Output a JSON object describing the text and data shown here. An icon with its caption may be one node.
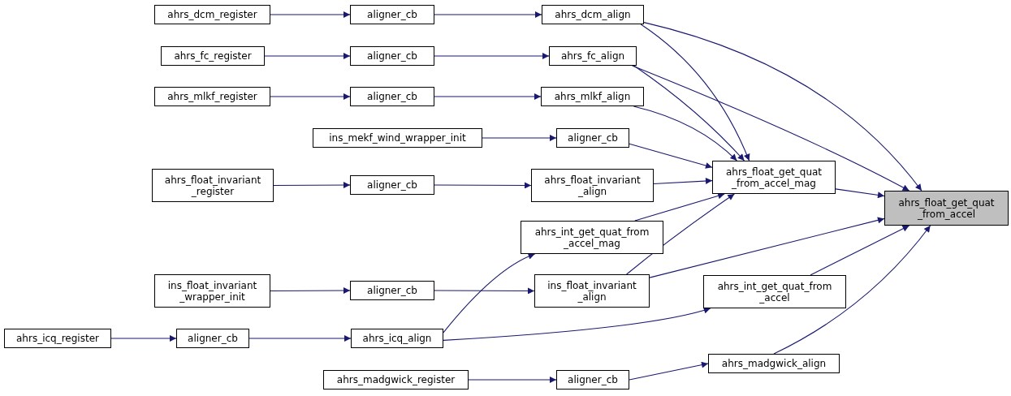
{
  "diagram": {
    "nodes": [
      {
        "text": [
          "ahrs_float_get_quat _from_accel"
        ]
      },
      {
        "text": [
          "ahrs_float_get_quat _from_accel_mag"
        ]
      },
      {
        "text": [
          "ahrs_dcm_align"
        ]
      },
      {
        "text": [
          "ahrs_fc_align"
        ]
      },
      {
        "text": [
          "ahrs_mlkf_align"
        ]
      },
      {
        "text": [
          "aligner_cb"
        ]
      },
      {
        "text": [
          "ahrs_float_invariant _align"
        ]
      },
      {
        "text": [
          "ahrs_int_get_quat_from _accel_mag"
        ]
      },
      {
        "text": [
          "ins_float_invariant _align"
        ]
      },
      {
        "text": [
          "ahrs_int_get_quat_from _accel"
        ]
      },
      {
        "text": [
          "ahrs_icq_align"
        ]
      },
      {
        "text": [
          "ahrs_madgwick_align"
        ]
      },
      {
        "text": [
          "aligner_cb"
        ]
      },
      {
        "text": [
          "aligner_cb"
        ]
      },
      {
        "text": [
          "aligner_cb"
        ]
      },
      {
        "text": [
          "aligner_cb"
        ]
      },
      {
        "text": [
          "aligner_cb"
        ]
      },
      {
        "text": [
          "aligner_cb"
        ]
      },
      {
        "text": [
          "aligner_cb"
        ]
      },
      {
        "text": [
          "ahrs_dcm_register"
        ]
      },
      {
        "text": [
          "ahrs_fc_register"
        ]
      },
      {
        "text": [
          "ahrs_mlkf_register"
        ]
      },
      {
        "text": [
          "ins_mekf_wind_wrapper_init"
        ]
      },
      {
        "text": [
          "ahrs_float_invariant _register"
        ]
      },
      {
        "text": [
          "ins_float_invariant _wrapper_init"
        ]
      },
      {
        "text": [
          "ahrs_icq_register"
        ]
      },
      {
        "text": [
          "ahrs_madgwick_register"
        ]
      }
    ],
    "edges": [
      {
        "from": 19,
        "to": 12,
        "arrow": "to"
      },
      {
        "from": 12,
        "to": 2,
        "arrow": "to"
      },
      {
        "from": 2,
        "to": 0,
        "arrow": "to"
      },
      {
        "from": 2,
        "to": 1,
        "arrow": "to"
      },
      {
        "from": 20,
        "to": 13,
        "arrow": "to"
      },
      {
        "from": 13,
        "to": 3,
        "arrow": "to"
      },
      {
        "from": 3,
        "to": 0,
        "arrow": "to"
      },
      {
        "from": 3,
        "to": 1,
        "arrow": "to"
      },
      {
        "from": 21,
        "to": 14,
        "arrow": "to"
      },
      {
        "from": 14,
        "to": 4,
        "arrow": "to"
      },
      {
        "from": 4,
        "to": 1,
        "arrow": "to"
      },
      {
        "from": 22,
        "to": 5,
        "arrow": "to"
      },
      {
        "from": 5,
        "to": 1,
        "arrow": "to"
      },
      {
        "from": 23,
        "to": 15,
        "arrow": "to"
      },
      {
        "from": 15,
        "to": 6,
        "arrow": "to"
      },
      {
        "from": 6,
        "to": 1,
        "arrow": "to"
      },
      {
        "from": 7,
        "to": 1,
        "arrow": "to"
      },
      {
        "from": 1,
        "to": 0,
        "arrow": "to"
      },
      {
        "from": 8,
        "to": 1,
        "arrow": "to"
      },
      {
        "from": 8,
        "to": 0,
        "arrow": "to"
      },
      {
        "from": 9,
        "to": 0,
        "arrow": "to"
      },
      {
        "from": 24,
        "to": 16,
        "arrow": "to"
      },
      {
        "from": 16,
        "to": 8,
        "arrow": "to"
      },
      {
        "from": 10,
        "to": 7,
        "arrow": "to"
      },
      {
        "from": 10,
        "to": 9,
        "arrow": "to"
      },
      {
        "from": 25,
        "to": 17,
        "arrow": "to"
      },
      {
        "from": 17,
        "to": 10,
        "arrow": "to"
      },
      {
        "from": 11,
        "to": 0,
        "arrow": "to"
      },
      {
        "from": 26,
        "to": 18,
        "arrow": "to"
      },
      {
        "from": 18,
        "to": 11,
        "arrow": "to"
      }
    ]
  }
}
